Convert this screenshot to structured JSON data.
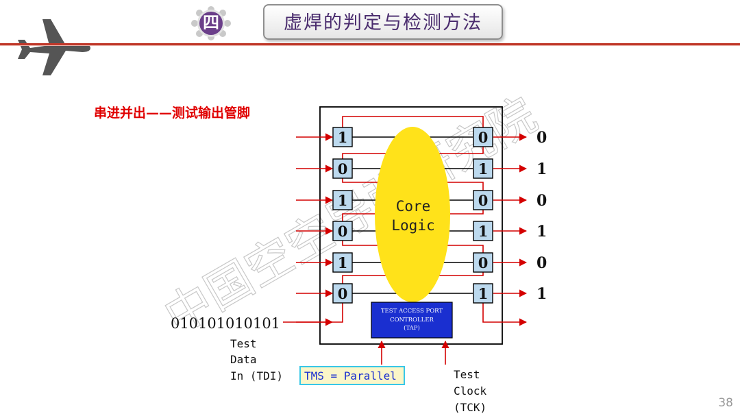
{
  "header": {
    "section_badge": "四",
    "title": "虚焊的判定与检测方法"
  },
  "subtitle": "串进并出——测试输出管脚",
  "diagram": {
    "input_cells": [
      "1",
      "0",
      "1",
      "0",
      "1",
      "0"
    ],
    "output_cells": [
      "0",
      "1",
      "0",
      "1",
      "0",
      "1"
    ],
    "output_values": [
      "0",
      "1",
      "0",
      "1",
      "0",
      "1"
    ],
    "core_label_line1": "Core",
    "core_label_line2": "Logic",
    "tap_line1": "TEST ACCESS PORT",
    "tap_line2": "CONTROLLER",
    "tap_line3": "(TAP)",
    "serial_input": "010101010101",
    "tdi_line1": "Test",
    "tdi_line2": "Data",
    "tdi_line3": "In (TDI)",
    "tms_label": "TMS = Parallel",
    "tck_line1": "Test",
    "tck_line2": "Clock",
    "tck_line3": "(TCK)",
    "watermark": "中国空空导弹研究院"
  },
  "colors": {
    "header_line": "#c0392b",
    "subtitle_red": "#e00000",
    "arrow_red": "#d40000",
    "cell_fill": "#bcd9ee",
    "core_yellow": "#ffe21a",
    "tap_blue": "#1a2fd0",
    "title_purple": "#4a2c6e",
    "tms_box_border": "#38c7e8",
    "tms_box_fill": "#fbf6c8"
  },
  "page_number": "38"
}
